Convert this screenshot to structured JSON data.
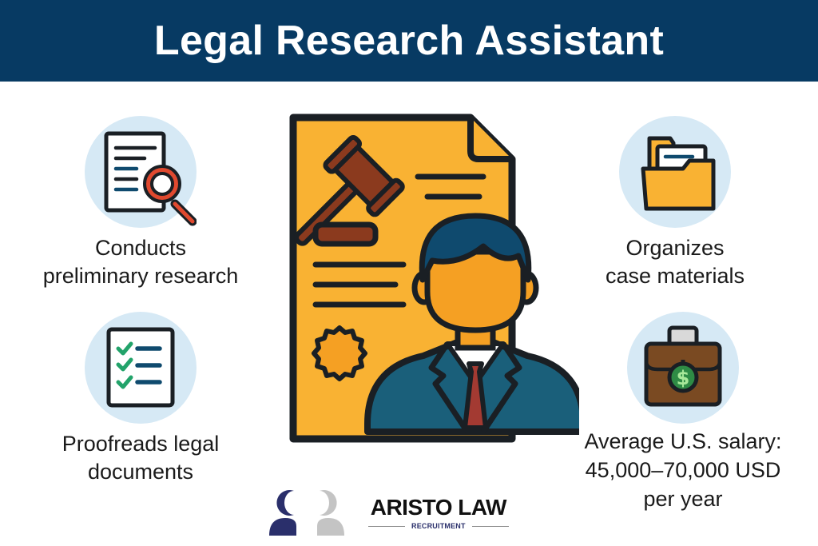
{
  "header": {
    "title": "Legal Research Assistant",
    "background": "#073a63"
  },
  "features": [
    {
      "icon": "document-search-icon",
      "label": "Conducts\npreliminary research"
    },
    {
      "icon": "checklist-icon",
      "label": "Proofreads legal\ndocuments"
    },
    {
      "icon": "folder-icon",
      "label": "Organizes\ncase materials"
    },
    {
      "icon": "briefcase-dollar-icon",
      "label": "Average U.S. salary:\n45,000–70,000 USD\nper year"
    }
  ],
  "center": {
    "icon": "legal-document-with-assistant-icon"
  },
  "logo": {
    "name": "ARISTO LAW",
    "subtitle": "RECRUITMENT",
    "primary_color": "#2a2f6b",
    "secondary_color": "#c4c4c4"
  },
  "colors": {
    "circle_bg": "#d6e9f5",
    "document_yellow": "#f9b233",
    "outline": "#1a1f24",
    "gavel_brown": "#8b3a1e",
    "suit_teal": "#1a5f7a",
    "hair_navy": "#0f4a6e",
    "skin": "#f5a023",
    "tie_red": "#a33a32",
    "check_green": "#22a36a",
    "magnifier_red": "#e0492f",
    "briefcase_brown": "#7a4a22",
    "dollar_green": "#2e8b45"
  }
}
